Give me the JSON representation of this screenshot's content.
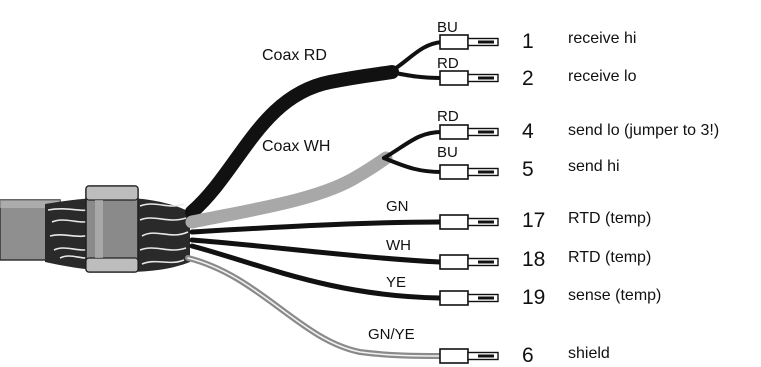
{
  "cable_labels": {
    "coax_rd": "Coax RD",
    "coax_wh": "Coax WH"
  },
  "terminals": [
    {
      "wire": "BU",
      "pin": "1",
      "desc": "receive hi"
    },
    {
      "wire": "RD",
      "pin": "2",
      "desc": "receive lo"
    },
    {
      "wire": "RD",
      "pin": "4",
      "desc": "send lo (jumper to 3!)"
    },
    {
      "wire": "BU",
      "pin": "5",
      "desc": "send hi"
    },
    {
      "wire": "GN",
      "pin": "17",
      "desc": "RTD (temp)"
    },
    {
      "wire": "WH",
      "pin": "18",
      "desc": "RTD (temp)"
    },
    {
      "wire": "YE",
      "pin": "19",
      "desc": "sense (temp)"
    },
    {
      "wire": "GN/YE",
      "pin": "6",
      "desc": "shield"
    }
  ],
  "colors": {
    "wire": "#111111",
    "coax_wh": "#a8a8a8",
    "shield_wire": "#8a8a8a",
    "jacket": "#8f8f8f",
    "sleeve": "#9a9a9a"
  }
}
